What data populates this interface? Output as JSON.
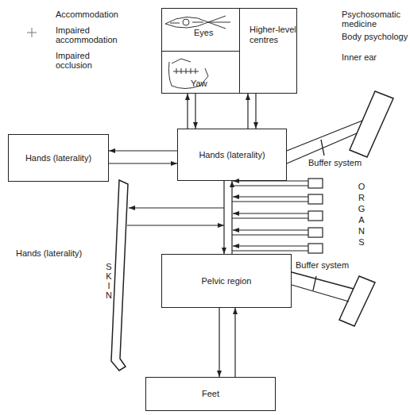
{
  "diagram": {
    "nodes": [
      {
        "text": [
          "Eyes"
        ]
      },
      {
        "text": [
          "Higher-level centres"
        ]
      },
      {
        "text": [
          "Yaw"
        ]
      },
      {
        "text": [
          "Hands (laterality)"
        ]
      },
      {
        "text": [
          "Hands (laterality)"
        ]
      },
      {
        "text": [
          "Pelvic region"
        ]
      },
      {
        "text": [
          "Feet"
        ]
      }
    ],
    "edges": [
      {
        "from": 4,
        "to": 2,
        "arrow": "to"
      },
      {
        "from": 2,
        "to": 4,
        "arrow": "to"
      },
      {
        "from": 4,
        "to": 1,
        "arrow": "to"
      },
      {
        "from": 1,
        "to": 4,
        "arrow": "to"
      },
      {
        "from": 4,
        "to": 3,
        "arrow": "to"
      },
      {
        "from": 3,
        "to": 4,
        "arrow": "to"
      },
      {
        "from": 4,
        "to": 5,
        "arrow": "to"
      },
      {
        "from": 5,
        "to": 4,
        "arrow": "to"
      },
      {
        "from": 5,
        "to": 6,
        "arrow": "to"
      },
      {
        "from": 6,
        "to": 5,
        "arrow": "to"
      }
    ],
    "labels": [
      "Accommodation",
      "Impaired accommodation",
      "Impaired occlusion",
      "Psychosomatic medicine",
      "Body psychology",
      "Inner ear",
      "Buffer system",
      "ORGANS",
      "SKIN",
      "Hands (laterality)",
      "Buffer system"
    ]
  }
}
